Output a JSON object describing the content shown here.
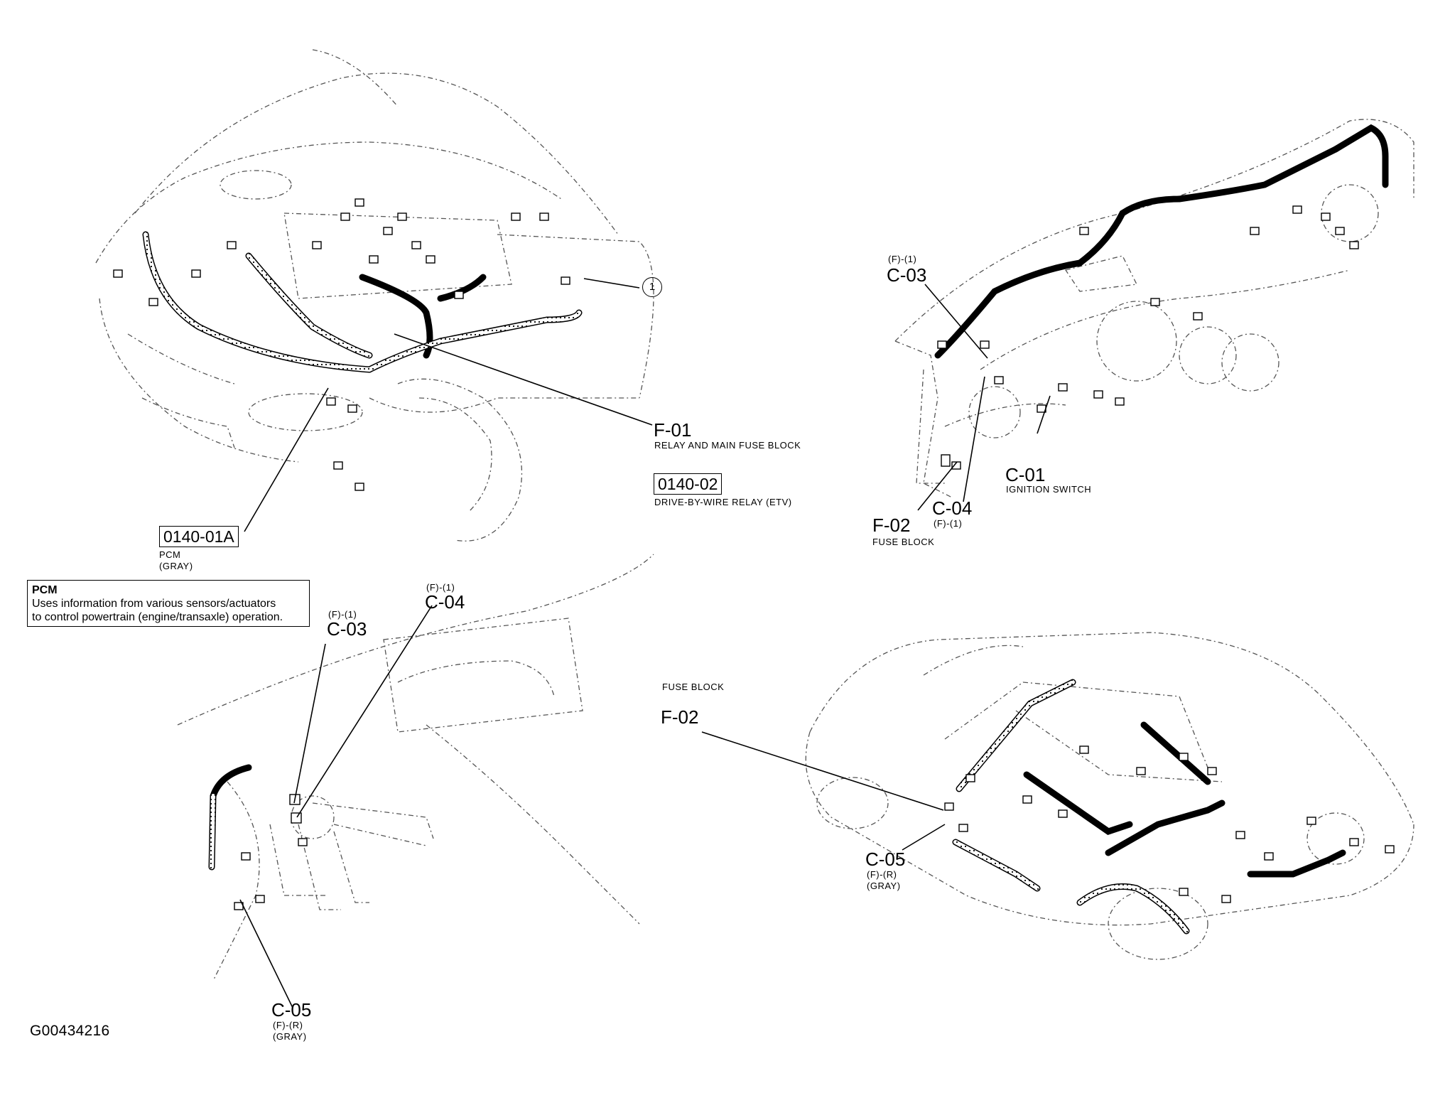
{
  "panel_top_left": {
    "callout_circle": "1",
    "f01": {
      "code": "F-01",
      "name": "RELAY AND MAIN FUSE BLOCK"
    },
    "relay": {
      "code": "0140-02",
      "name": "DRIVE-BY-WIRE RELAY (ETV)"
    },
    "pcm_connector": {
      "code": "0140-01A",
      "name": "PCM",
      "color": "(GRAY)"
    }
  },
  "pcm_info": {
    "title": "PCM",
    "line1": "Uses information from various sensors/actuators",
    "line2": "to control powertrain (engine/transaxle) operation."
  },
  "panel_top_right": {
    "c03": {
      "pos": "(F)-(1)",
      "code": "C-03"
    },
    "c01": {
      "code": "C-01",
      "name": "IGNITION SWITCH"
    },
    "c04": {
      "code": "C-04",
      "pos": "(F)-(1)"
    },
    "f02": {
      "code": "F-02",
      "name": "FUSE BLOCK"
    }
  },
  "panel_bottom_left": {
    "c04": {
      "pos": "(F)-(1)",
      "code": "C-04"
    },
    "c03": {
      "pos": "(F)-(1)",
      "code": "C-03"
    },
    "c05": {
      "code": "C-05",
      "pos": "(F)-(R)",
      "color": "(GRAY)"
    }
  },
  "panel_bottom_right": {
    "fuse_block_title": "FUSE BLOCK",
    "f02": {
      "code": "F-02"
    },
    "c05": {
      "code": "C-05",
      "pos": "(F)-(R)",
      "color": "(GRAY)"
    }
  },
  "figure_id": "G00434216"
}
